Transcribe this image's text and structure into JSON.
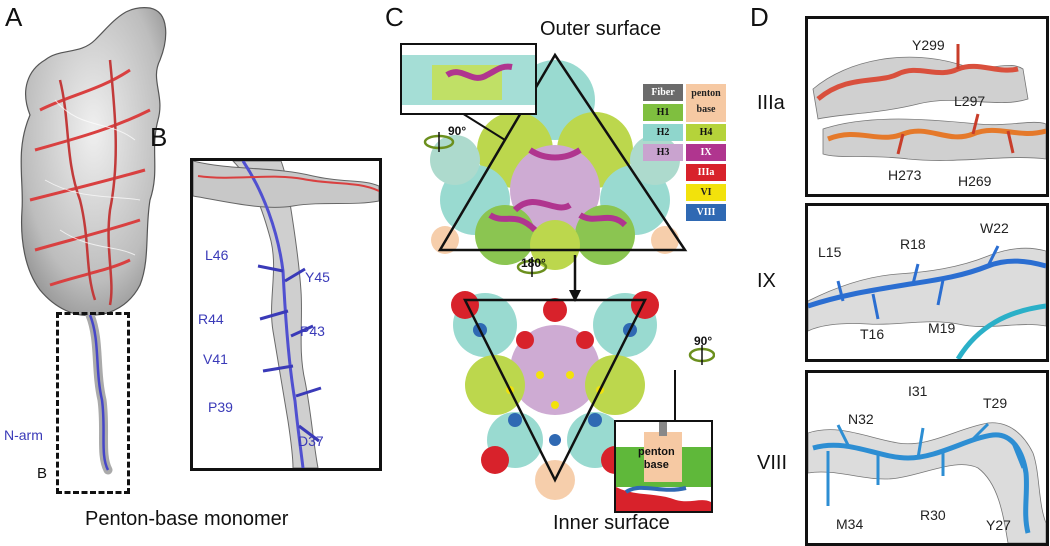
{
  "panels": {
    "a": "A",
    "b": "B",
    "c": "C",
    "d": "D"
  },
  "panel_a": {
    "narm_label": "N-arm",
    "box_label": "B",
    "caption": "Penton-base monomer"
  },
  "panel_b": {
    "residues": [
      "L46",
      "Y45",
      "R44",
      "P43",
      "V41",
      "P39",
      "D37"
    ]
  },
  "panel_c": {
    "outer_title": "Outer surface",
    "inner_title": "Inner surface",
    "rot_top": "90°",
    "rot_mid": "180°",
    "rot_right": "90°",
    "inset_label": "penton\nbase",
    "legend": [
      {
        "label": "Fiber",
        "color": "#6b6b6b",
        "text_color": "#ffffff"
      },
      {
        "label": "penton base",
        "color": "#f6c9a3",
        "text_color": "#222222"
      },
      {
        "label": "H1",
        "color": "#7fbf3f",
        "text_color": "#111111"
      },
      {
        "label": "H2",
        "color": "#8fd6cc",
        "text_color": "#111111"
      },
      {
        "label": "H4",
        "color": "#b5d33a",
        "text_color": "#111111"
      },
      {
        "label": "H3",
        "color": "#c9a3cf",
        "text_color": "#111111"
      },
      {
        "label": "IX",
        "color": "#b0358f",
        "text_color": "#ffffff"
      },
      {
        "label": "IIIa",
        "color": "#d8222b",
        "text_color": "#ffffff"
      },
      {
        "label": "VI",
        "color": "#f2e20c",
        "text_color": "#222222"
      },
      {
        "label": "VIII",
        "color": "#2f69b3",
        "text_color": "#ffffff"
      }
    ]
  },
  "panel_d": {
    "rows": [
      {
        "name": "IIIa",
        "residues": [
          "Y299",
          "L297",
          "H273",
          "H269"
        ]
      },
      {
        "name": "IX",
        "residues": [
          "L15",
          "R18",
          "W22",
          "T16",
          "M19"
        ]
      },
      {
        "name": "VIII",
        "residues": [
          "I31",
          "N32",
          "T29",
          "M34",
          "R30",
          "Y27"
        ]
      }
    ]
  },
  "colors": {
    "density": "#cfcfcf",
    "ribbon_red": "#d94040",
    "ribbon_blue": "#4646c8",
    "ix_blue": "#2b6ed1",
    "viii_blue": "#2d8ed3"
  }
}
